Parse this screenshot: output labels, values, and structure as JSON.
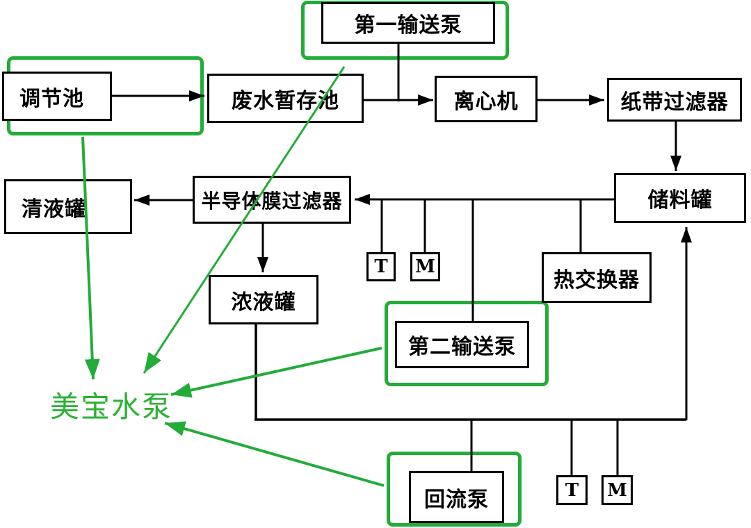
{
  "diagram": {
    "brand_label": "美宝水泵",
    "nodes": {
      "first_pump": "第一输送泵",
      "regulating_pool": "调节池",
      "wastewater_pool": "废水暂存池",
      "centrifuge": "离心机",
      "paper_tape_filter": "纸带过滤器",
      "storage_tank": "储料罐",
      "clear_liquid_tank": "清液罐",
      "semiconductor_membrane_filter": "半导体膜过滤器",
      "concentrate_tank": "浓液罐",
      "heat_exchanger": "热交换器",
      "second_pump": "第二输送泵",
      "return_pump": "回流泵",
      "temp_sensor_mid": "T",
      "motor_sensor_mid": "M",
      "temp_sensor_bottom": "T",
      "motor_sensor_bottom": "M"
    },
    "colors": {
      "highlight_green": "#22ac38",
      "line_black": "#000000"
    }
  }
}
